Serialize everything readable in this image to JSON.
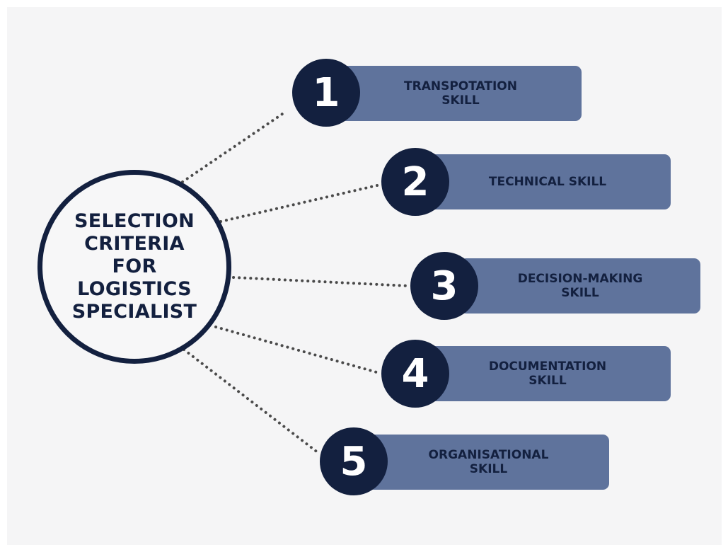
{
  "title": "SELECTION\nCRITERIA\nFOR\nLOGISTICS\nSPECIALIST",
  "items": [
    {
      "number": "1",
      "label": "TRANSPOTATION\nSKILL"
    },
    {
      "number": "2",
      "label": "TECHNICAL SKILL"
    },
    {
      "number": "3",
      "label": "DECISION-MAKING\nSKILL"
    },
    {
      "number": "4",
      "label": "DOCUMENTATION\nSKILL"
    },
    {
      "number": "5",
      "label": "ORGANISATIONAL\nSKILL"
    }
  ],
  "colors": {
    "navy": "#13203f",
    "bar": "#5f739c",
    "background": "#f5f5f6",
    "dots": "#4a4a4a"
  }
}
